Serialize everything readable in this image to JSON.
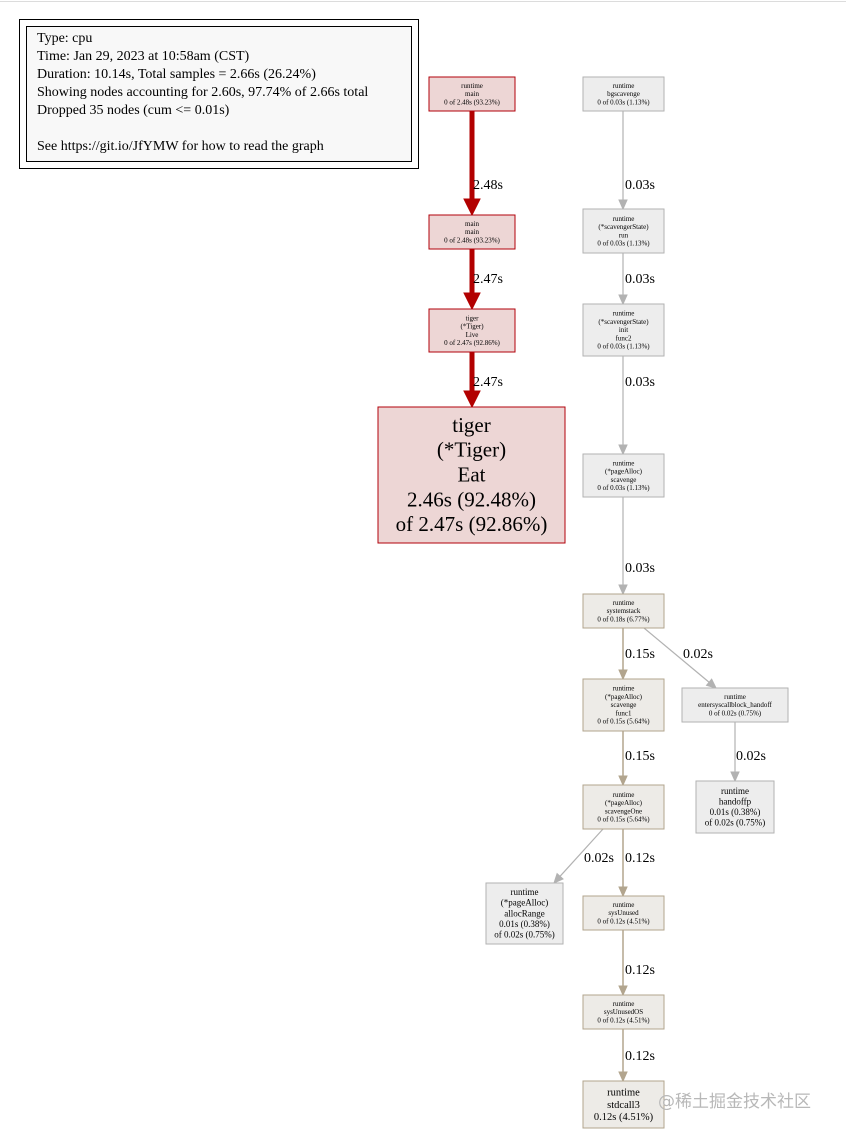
{
  "legend": {
    "lines": [
      "Type: cpu",
      "Time: Jan 29, 2023 at 10:58am (CST)",
      "Duration: 10.14s, Total samples = 2.66s (26.24%)",
      "Showing nodes accounting for 2.60s, 97.74% of 2.66s total",
      "Dropped 35 nodes (cum <= 0.01s)",
      "",
      "See https://git.io/JfYMW for how to read the graph"
    ]
  },
  "nodes": [
    {
      "id": "runtime-main",
      "lines": [
        "runtime",
        "main",
        "0 of 2.48s (93.23%)"
      ],
      "style": "hot"
    },
    {
      "id": "main-main",
      "lines": [
        "main",
        "main",
        "0 of 2.48s (93.23%)"
      ],
      "style": "hot"
    },
    {
      "id": "tiger-live",
      "lines": [
        "tiger",
        "(*Tiger)",
        "Live",
        "0 of 2.47s (92.86%)"
      ],
      "style": "hot"
    },
    {
      "id": "tiger-eat",
      "lines": [
        "tiger",
        "(*Tiger)",
        "Eat",
        "2.46s (92.48%)",
        "of 2.47s (92.86%)"
      ],
      "style": "hotbig"
    },
    {
      "id": "runtime-bgscavenge",
      "lines": [
        "runtime",
        "bgscavenge",
        "0 of 0.03s (1.13%)"
      ],
      "style": "cold"
    },
    {
      "id": "scavengerstate-run",
      "lines": [
        "runtime",
        "(*scavengerState)",
        "run",
        "0 of 0.03s (1.13%)"
      ],
      "style": "cold"
    },
    {
      "id": "scavengerstate-init-func2",
      "lines": [
        "runtime",
        "(*scavengerState)",
        "init",
        "func2",
        "0 of 0.03s (1.13%)"
      ],
      "style": "cold"
    },
    {
      "id": "pagealloc-scavenge",
      "lines": [
        "runtime",
        "(*pageAlloc)",
        "scavenge",
        "0 of 0.03s (1.13%)"
      ],
      "style": "cold"
    },
    {
      "id": "runtime-systemstack",
      "lines": [
        "runtime",
        "systemstack",
        "0 of 0.18s (6.77%)"
      ],
      "style": "warm"
    },
    {
      "id": "pagealloc-scavenge-func1",
      "lines": [
        "runtime",
        "(*pageAlloc)",
        "scavenge",
        "func1",
        "0 of 0.15s (5.64%)"
      ],
      "style": "warm"
    },
    {
      "id": "entersyscallblock-handoff",
      "lines": [
        "runtime",
        "entersyscallblock_handoff",
        "0 of 0.02s (0.75%)"
      ],
      "style": "cold"
    },
    {
      "id": "runtime-handoffp",
      "lines": [
        "runtime",
        "handoffp",
        "0.01s (0.38%)",
        "of 0.02s (0.75%)"
      ],
      "style": "cold"
    },
    {
      "id": "pagealloc-scavengeone",
      "lines": [
        "runtime",
        "(*pageAlloc)",
        "scavengeOne",
        "0 of 0.15s (5.64%)"
      ],
      "style": "warm"
    },
    {
      "id": "pagealloc-allocrange",
      "lines": [
        "runtime",
        "(*pageAlloc)",
        "allocRange",
        "0.01s (0.38%)",
        "of 0.02s (0.75%)"
      ],
      "style": "cold"
    },
    {
      "id": "runtime-sysunused",
      "lines": [
        "runtime",
        "sysUnused",
        "0 of 0.12s (4.51%)"
      ],
      "style": "warm"
    },
    {
      "id": "runtime-sysunusedos",
      "lines": [
        "runtime",
        "sysUnusedOS",
        "0 of 0.12s (4.51%)"
      ],
      "style": "warm"
    },
    {
      "id": "runtime-stdcall3",
      "lines": [
        "runtime",
        "stdcall3",
        "0.12s (4.51%)"
      ],
      "style": "warm"
    }
  ],
  "edges": [
    {
      "from": "runtime-main",
      "to": "main-main",
      "label": "2.48s",
      "style": "hot"
    },
    {
      "from": "main-main",
      "to": "tiger-live",
      "label": "2.47s",
      "style": "hot"
    },
    {
      "from": "tiger-live",
      "to": "tiger-eat",
      "label": "2.47s",
      "style": "hot"
    },
    {
      "from": "runtime-bgscavenge",
      "to": "scavengerstate-run",
      "label": "0.03s",
      "style": "cold"
    },
    {
      "from": "scavengerstate-run",
      "to": "scavengerstate-init-func2",
      "label": "0.03s",
      "style": "cold"
    },
    {
      "from": "scavengerstate-init-func2",
      "to": "pagealloc-scavenge",
      "label": "0.03s",
      "style": "cold"
    },
    {
      "from": "pagealloc-scavenge",
      "to": "runtime-systemstack",
      "label": "0.03s",
      "style": "cold"
    },
    {
      "from": "runtime-systemstack",
      "to": "pagealloc-scavenge-func1",
      "label": "0.15s",
      "style": "warm"
    },
    {
      "from": "runtime-systemstack",
      "to": "entersyscallblock-handoff",
      "label": "0.02s",
      "style": "cold"
    },
    {
      "from": "entersyscallblock-handoff",
      "to": "runtime-handoffp",
      "label": "0.02s",
      "style": "cold"
    },
    {
      "from": "pagealloc-scavenge-func1",
      "to": "pagealloc-scavengeone",
      "label": "0.15s",
      "style": "warm"
    },
    {
      "from": "pagealloc-scavengeone",
      "to": "pagealloc-allocrange",
      "label": "0.02s",
      "style": "cold"
    },
    {
      "from": "pagealloc-scavengeone",
      "to": "runtime-sysunused",
      "label": "0.12s",
      "style": "warm"
    },
    {
      "from": "runtime-sysunused",
      "to": "runtime-sysunusedos",
      "label": "0.12s",
      "style": "warm"
    },
    {
      "from": "runtime-sysunusedos",
      "to": "runtime-stdcall3",
      "label": "0.12s",
      "style": "warm"
    }
  ],
  "colors": {
    "hot_fill": "#edd6d5",
    "hot_stroke": "#b2000a",
    "hot_edge": "#b20000",
    "warm_fill": "#edebe7",
    "warm_stroke": "#b2a58e",
    "warm_edge": "#b2a58e",
    "cold_fill": "#ededed",
    "cold_stroke": "#b2b2b2",
    "cold_edge": "#b2b2b2"
  },
  "watermark": "@稀土掘金技术社区"
}
